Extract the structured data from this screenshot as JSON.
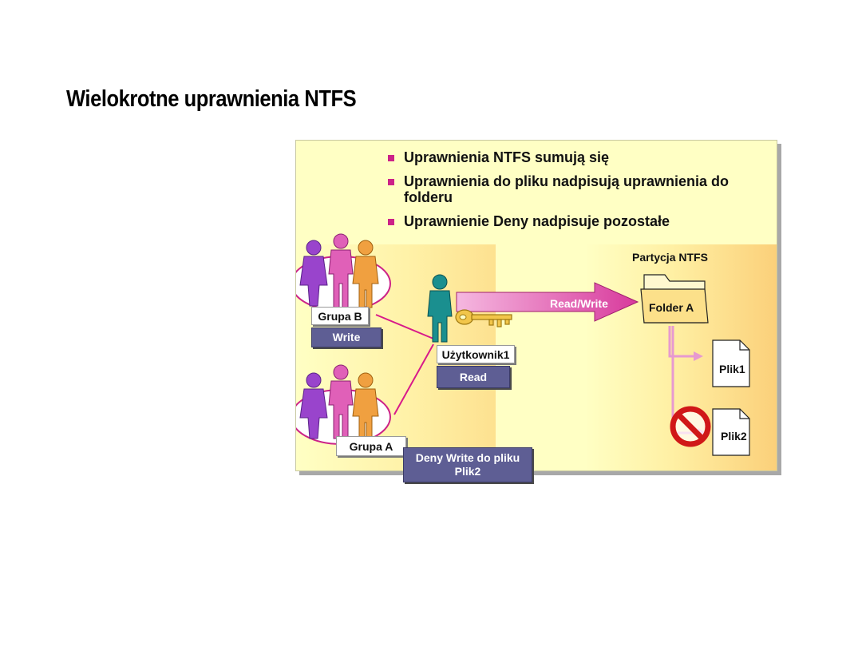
{
  "slide": {
    "title": "Wielokrotne uprawnienia NTFS",
    "bullets": [
      "Uprawnienia NTFS sumują się",
      "Uprawnienia do pliku nadpisują uprawnienia do folderu",
      "Uprawnienie Deny nadpisuje pozostałe"
    ]
  },
  "diagram": {
    "partition_label": "Partycja NTFS",
    "group_b": {
      "name": "Grupa B",
      "permission": "Write"
    },
    "group_a": {
      "name": "Grupa A",
      "permission": "Deny Write do pliku Plik2"
    },
    "user": {
      "name": "Użytkownik1",
      "permission": "Read"
    },
    "arrow_label": "Read/Write",
    "folder": "Folder A",
    "files": [
      "Plik1",
      "Plik2"
    ]
  },
  "colors": {
    "panel_bg": "#ffffc4",
    "bullet": "#cc2288",
    "permission_box": "#5e5e94",
    "arrow": "#d83a9c",
    "user": "#1a8f8f"
  }
}
